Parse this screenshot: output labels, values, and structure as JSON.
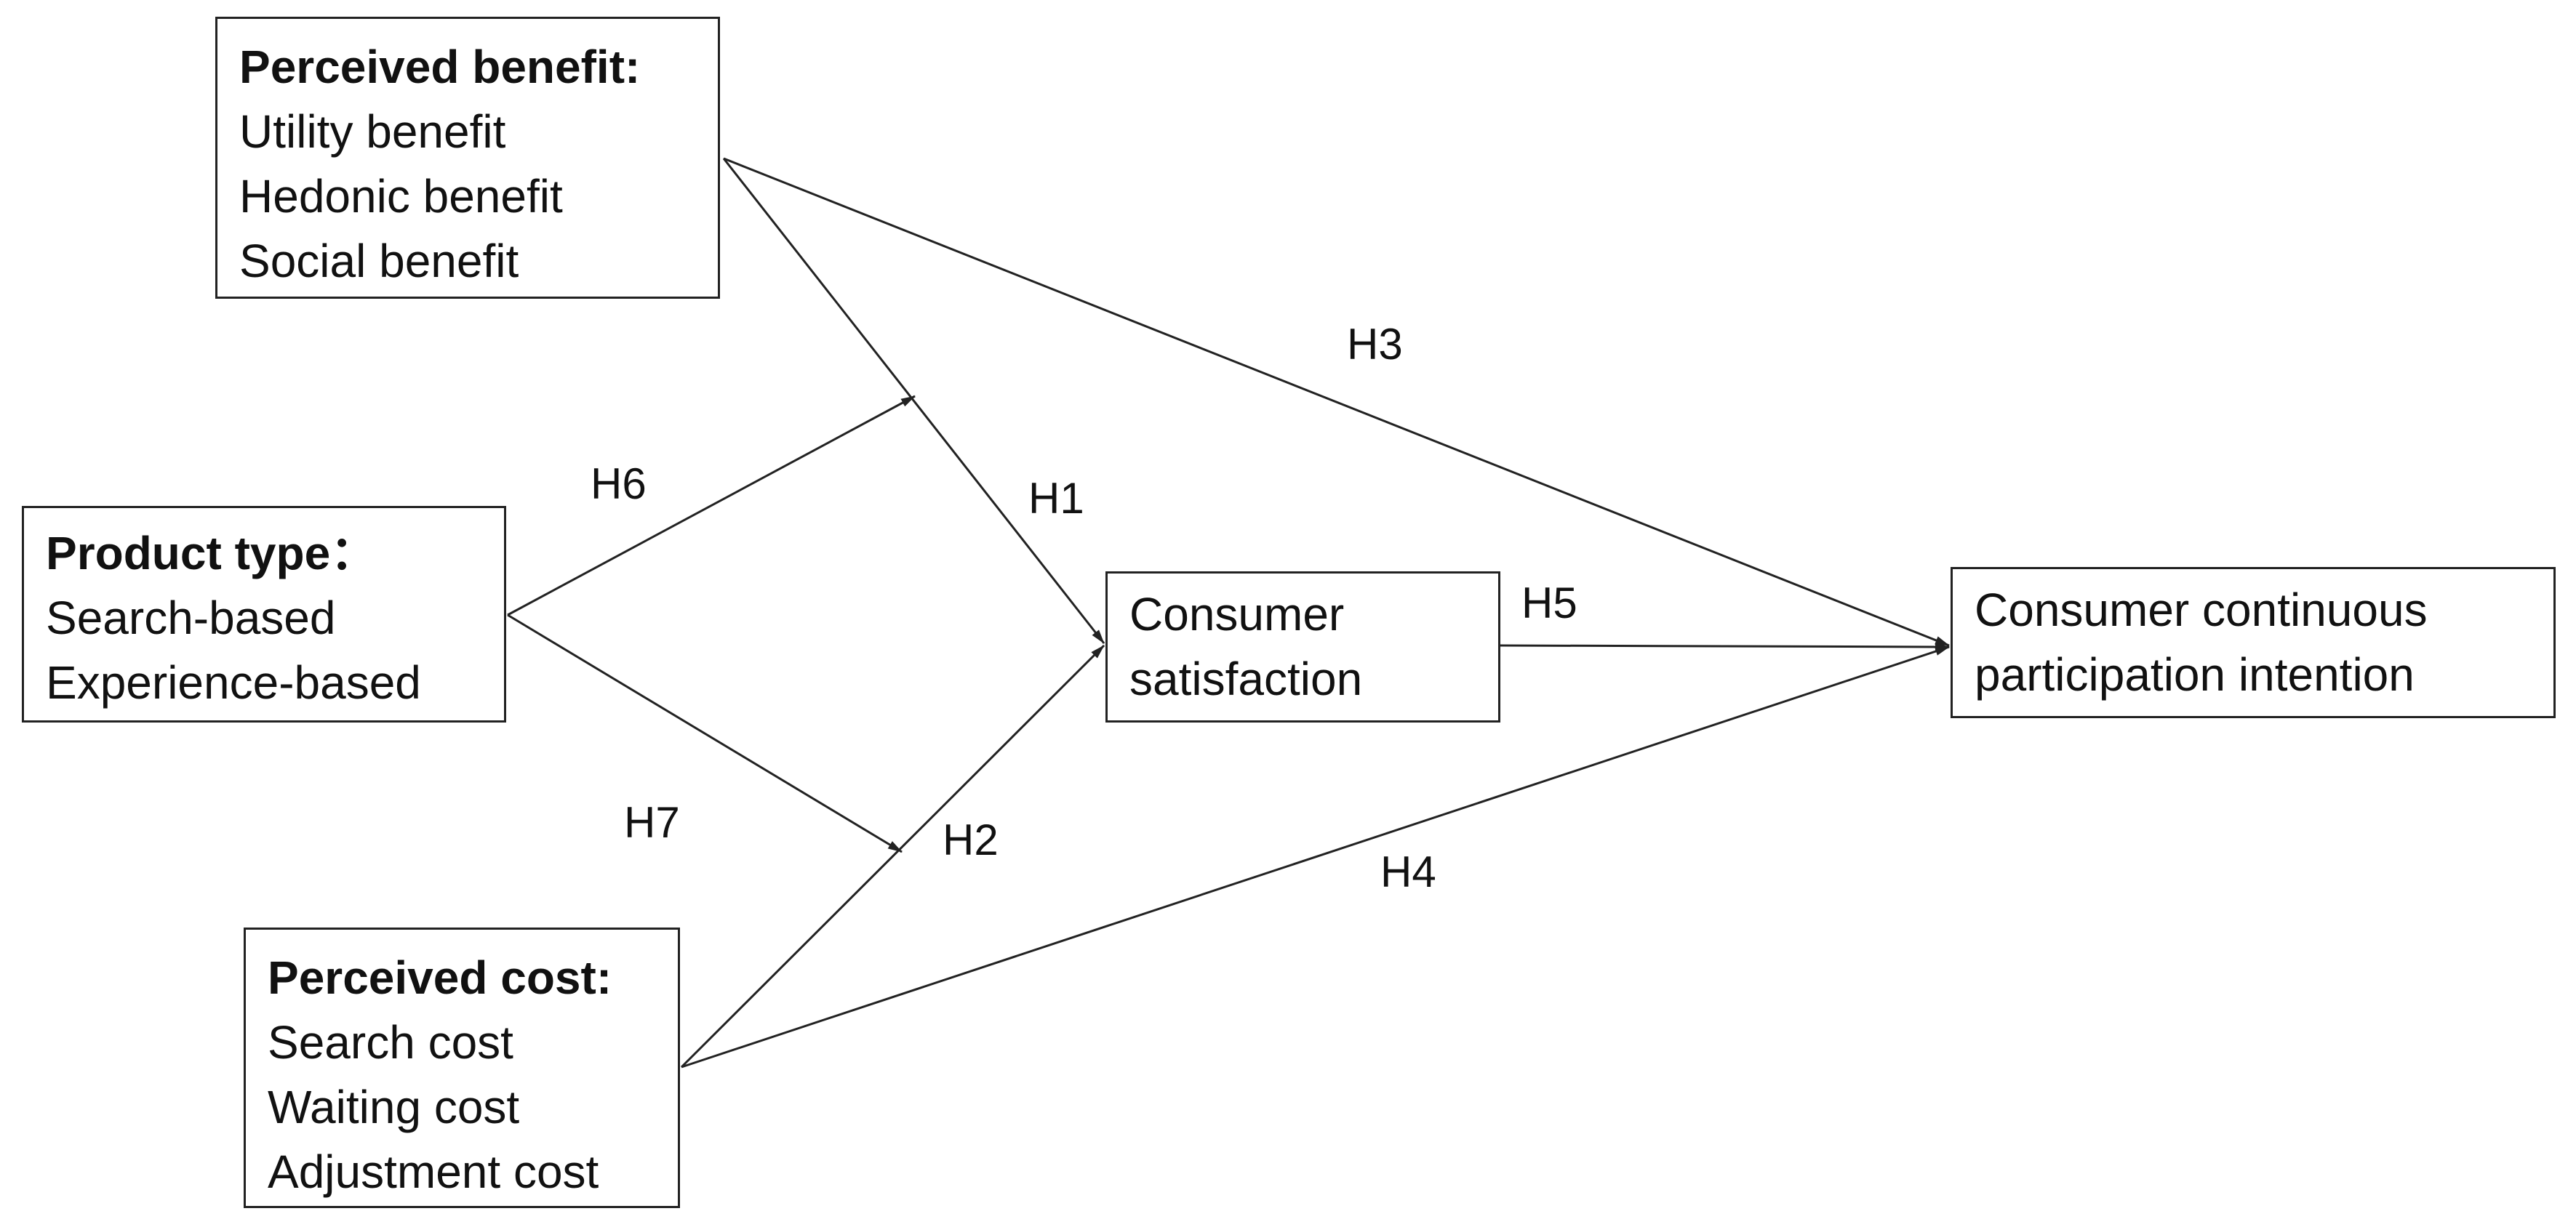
{
  "nodes": {
    "perceived_benefit": {
      "title": "Perceived benefit:",
      "items": [
        "Utility benefit",
        "Hedonic benefit",
        "Social benefit"
      ]
    },
    "product_type": {
      "title": "Product type：",
      "items": [
        "Search-based",
        "Experience-based"
      ]
    },
    "consumer_satisfaction": {
      "lines": [
        "Consumer",
        "satisfaction"
      ]
    },
    "continuous_intention": {
      "lines": [
        "Consumer continuous",
        "participation intention"
      ]
    },
    "perceived_cost": {
      "title": "Perceived cost:",
      "items": [
        "Search cost",
        "Waiting cost",
        "Adjustment cost"
      ]
    }
  },
  "hypotheses": {
    "h1": "H1",
    "h2": "H2",
    "h3": "H3",
    "h4": "H4",
    "h5": "H5",
    "h6": "H6",
    "h7": "H7"
  }
}
